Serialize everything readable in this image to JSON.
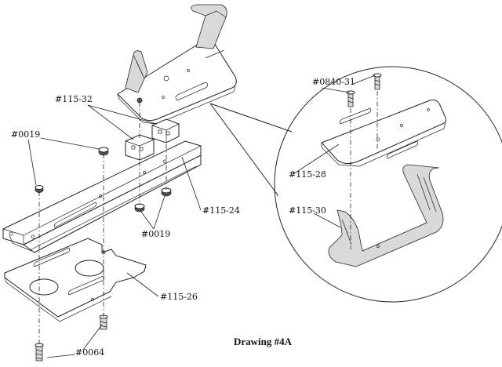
{
  "drawing_title": "Drawing #4A",
  "labels": {
    "top_block": "#115-32",
    "nut_left": "#0019",
    "nut_right": "#0019",
    "rail_part": "#115-24",
    "base_plate": "#115-26",
    "screw_bottom": "#0064",
    "detail_screw": "#0840-31",
    "detail_plate": "#115-28",
    "detail_strap": "#115-30"
  },
  "colors": {
    "ink": "#222222",
    "paper": "#ffffff",
    "shade": "#d9d9d9"
  }
}
